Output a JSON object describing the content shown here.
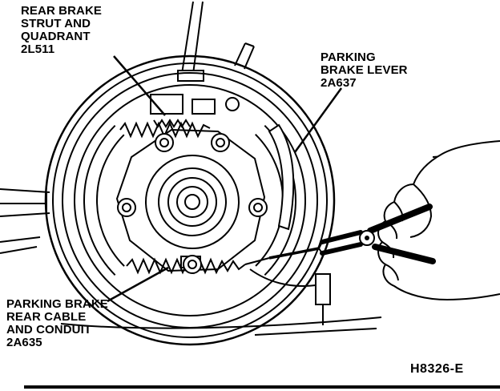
{
  "colors": {
    "ink": "#000000",
    "background": "#ffffff"
  },
  "callouts": {
    "strut": {
      "lines": [
        "REAR BRAKE",
        "STRUT AND",
        "QUADRANT",
        "2L511"
      ]
    },
    "lever": {
      "lines": [
        "PARKING",
        "BRAKE LEVER",
        "2A637"
      ]
    },
    "cable": {
      "lines": [
        "PARKING BRAKE",
        "REAR CABLE",
        "AND CONDUIT",
        "2A635"
      ]
    }
  },
  "figure_code": "H8326-E"
}
